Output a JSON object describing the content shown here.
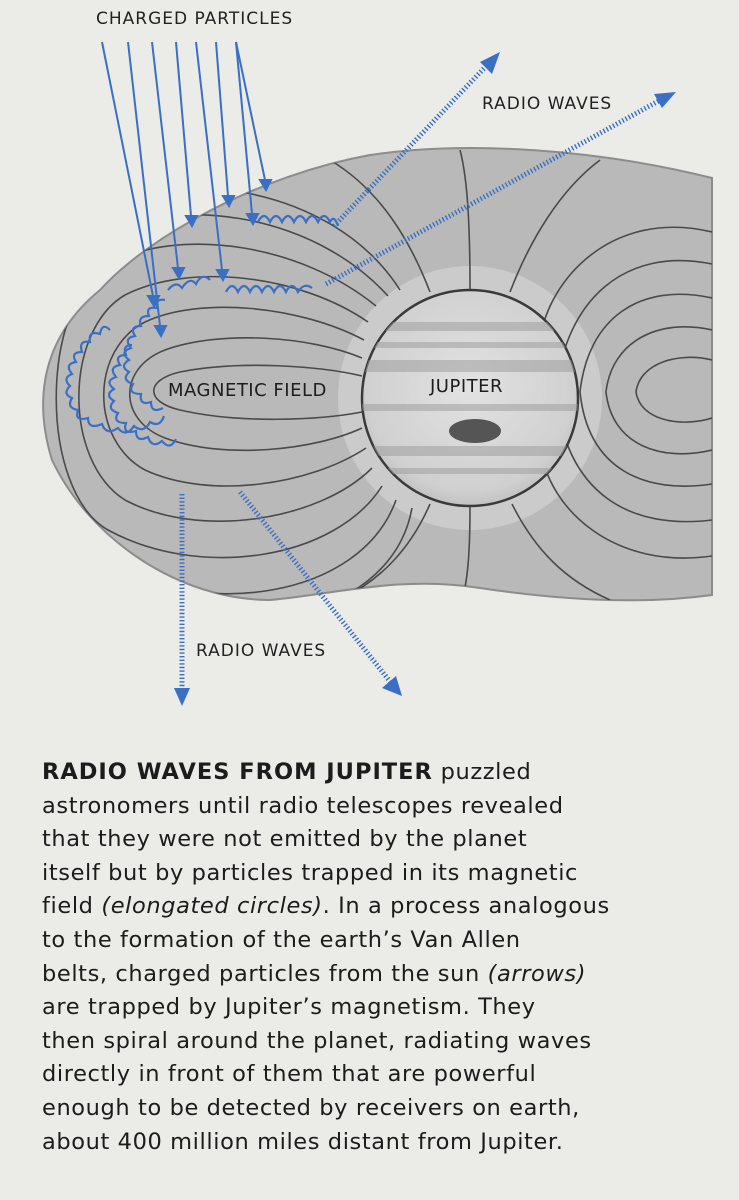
{
  "diagram": {
    "labels": {
      "charged_particles": "CHARGED PARTICLES",
      "radio_waves_top": "RADIO WAVES",
      "radio_waves_bottom": "RADIO WAVES",
      "magnetic_field": "MAGNETIC FIELD",
      "jupiter": "JUPITER"
    },
    "colors": {
      "arrow_blue": "#3a6fc4",
      "field_gray": "#a3a3a3",
      "line_dark": "#3f3f3f",
      "planet_fill": "#d2d2d2",
      "background": "#ebebe8"
    }
  },
  "caption": {
    "lead": "RADIO WAVES FROM JUPITER",
    "l1_rest": " puzzled",
    "l2": "astronomers until radio telescopes revealed",
    "l3": "that they were not emitted by the planet",
    "l4": "itself but by particles trapped in its magnetic",
    "l5_a": "field ",
    "l5_em": "(elongated circles)",
    "l5_b": ". In a process analogous",
    "l6": "to the formation of the earth’s Van Allen",
    "l7_a": "belts, charged particles from the sun ",
    "l7_em": "(arrows)",
    "l8": "are trapped by Jupiter’s magnetism. They",
    "l9": "then spiral around the planet, radiating waves",
    "l10": "directly in front of them that are powerful",
    "l11": "enough to be detected by receivers on earth,",
    "l12": "about 400 million miles distant from Jupiter."
  }
}
